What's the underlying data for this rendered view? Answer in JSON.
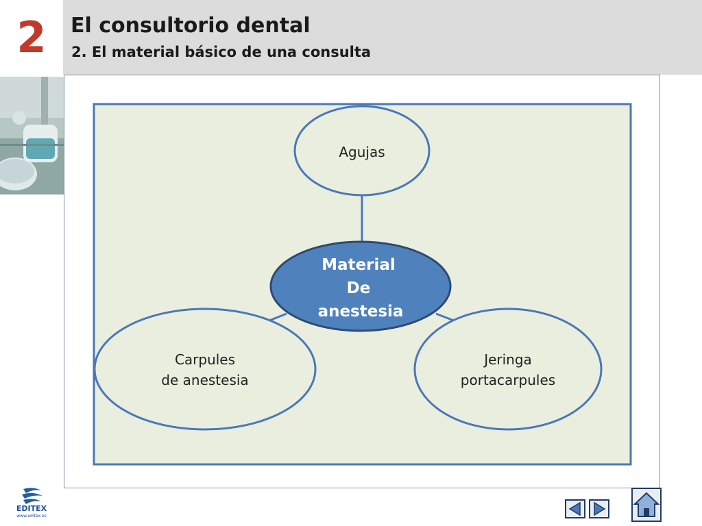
{
  "header": {
    "chapter_number": "2",
    "title": "El consultorio dental",
    "subtitle": "2. El material básico de una consulta"
  },
  "diagram": {
    "center": [
      "Material",
      "De",
      "anestesia"
    ],
    "top": [
      "Agujas"
    ],
    "left": [
      "Carpules",
      "de anestesia"
    ],
    "right": [
      "Jeringa",
      "portacarpules"
    ]
  },
  "footer": {
    "logo_text": "EDITEX",
    "logo_url": "www.editex.es"
  },
  "colors": {
    "header_bg": "#dcdcdc",
    "chapter_red": "#c0392b",
    "panel_bg": "#eaeedf",
    "panel_border": "#4a78b8",
    "center_fill": "#4f81bd",
    "center_stroke": "#2e4a70",
    "node_stroke": "#4a78b8"
  }
}
